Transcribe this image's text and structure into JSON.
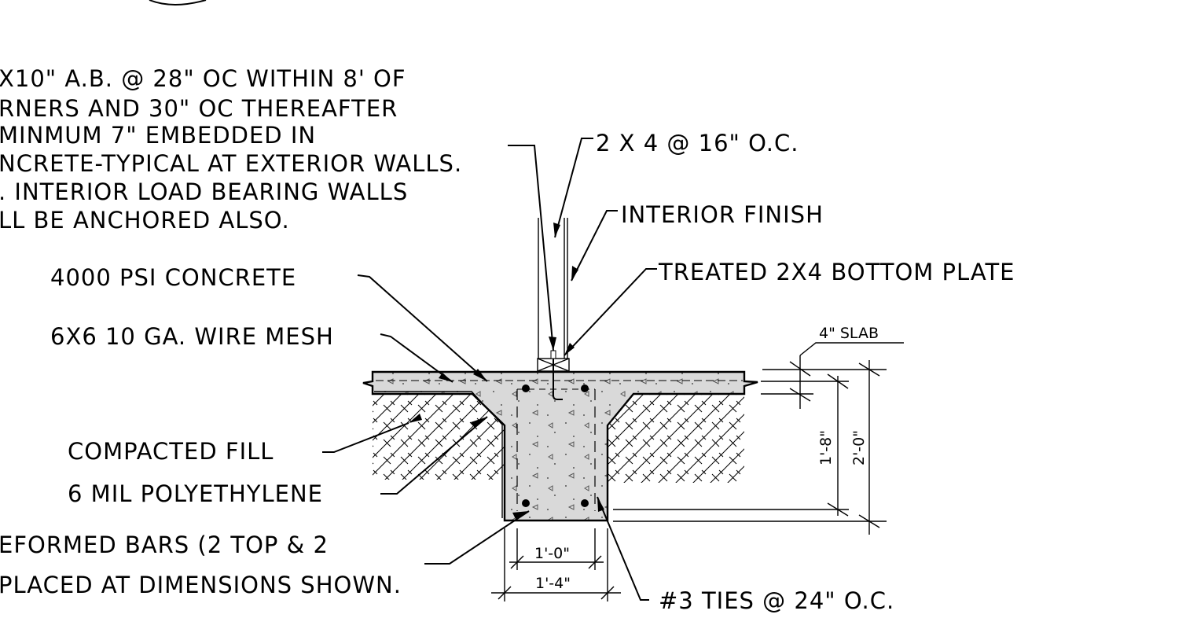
{
  "notes": {
    "anchor_bolt": [
      "X10\" A.B. @ 28\" OC WITHIN 8' OF",
      "RNERS AND 30\" OC THEREAFTER",
      "MINMUM 7\" EMBEDDED IN",
      "NCRETE-TYPICAL AT EXTERIOR WALLS.",
      ". INTERIOR LOAD BEARING WALLS",
      "LL BE ANCHORED ALSO."
    ],
    "stud": "2 X 4 @ 16\" O.C.",
    "interior_finish": "INTERIOR FINISH",
    "bottom_plate": "TREATED 2X4 BOTTOM PLATE",
    "concrete": "4000 PSI CONCRETE",
    "wire_mesh": "6X6 10 GA. WIRE MESH",
    "compacted_fill": "COMPACTED FILL",
    "polyethylene": "6 MIL POLYETHYLENE",
    "rebar": [
      "EFORMED BARS (2 TOP & 2",
      "PLACED AT DIMENSIONS SHOWN."
    ],
    "ties": "#3 TIES @ 24\" O.C."
  },
  "dimensions": {
    "slab": "4\" SLAB",
    "footing_inner_width": "1'-0\"",
    "footing_outer_width": "1'-4\"",
    "footing_depth_below_slab": "1'-8\"",
    "footing_total_depth": "2'-0\""
  },
  "colors": {
    "line": "#000000",
    "concrete_fill": "#d9d9d9",
    "background": "#ffffff"
  }
}
